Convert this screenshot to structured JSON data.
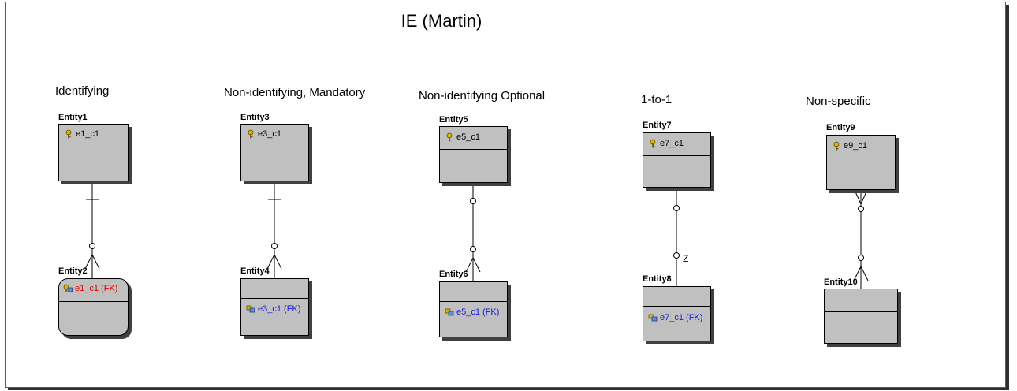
{
  "title": "IE (Martin)",
  "sections": [
    {
      "label": "Identifying"
    },
    {
      "label": "Non-identifying, Mandatory"
    },
    {
      "label": "Non-identifying Optional"
    },
    {
      "label": "1-to-1"
    },
    {
      "label": "Non-specific"
    }
  ],
  "entities": {
    "entity1": {
      "name": "Entity1",
      "attr": "e1_c1",
      "icon": "primary-key-icon"
    },
    "entity2": {
      "name": "Entity2",
      "attr": "e1_c1 (FK)",
      "icon": "primary-foreign-key-icon",
      "color": "#e00000"
    },
    "entity3": {
      "name": "Entity3",
      "attr": "e3_c1",
      "icon": "primary-key-icon"
    },
    "entity4": {
      "name": "Entity4",
      "attr": "e3_c1 (FK)",
      "icon": "foreign-key-icon",
      "color": "#1a1adf"
    },
    "entity5": {
      "name": "Entity5",
      "attr": "e5_c1",
      "icon": "primary-key-icon"
    },
    "entity6": {
      "name": "Entity6",
      "attr": "e5_c1 (FK)",
      "icon": "foreign-key-icon",
      "color": "#1a1adf"
    },
    "entity7": {
      "name": "Entity7",
      "attr": "e7_c1",
      "icon": "primary-key-icon"
    },
    "entity8": {
      "name": "Entity8",
      "attr": "e7_c1 (FK)",
      "icon": "foreign-key-icon",
      "color": "#1a1adf"
    },
    "entity9": {
      "name": "Entity9",
      "attr": "e9_c1",
      "icon": "primary-key-icon"
    },
    "entity10": {
      "name": "Entity10",
      "attr": "",
      "icon": ""
    }
  },
  "relationships": {
    "one_to_one_label": "Z"
  }
}
